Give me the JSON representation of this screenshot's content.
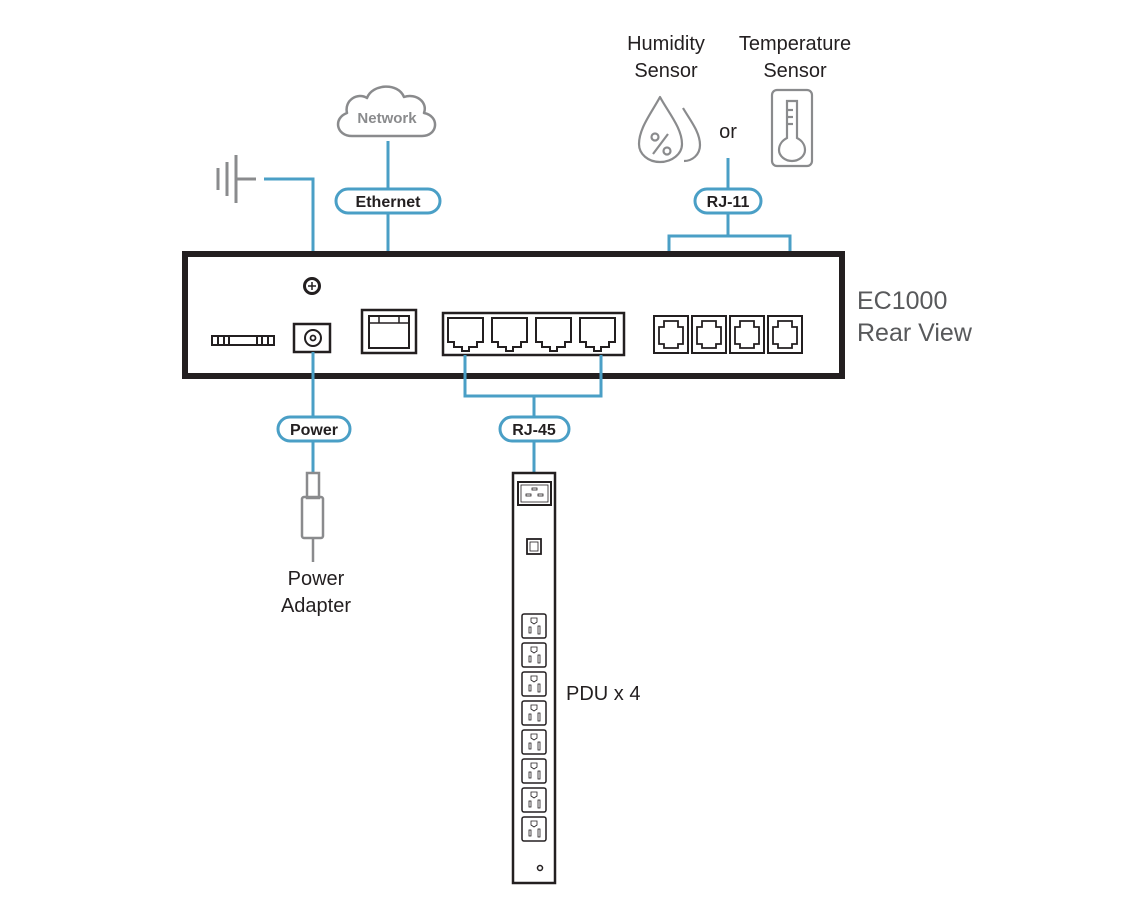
{
  "colors": {
    "connector": "#4a9fc6",
    "device_outline": "#231f20",
    "icon_gray": "#8a8b8d",
    "text": "#231f20",
    "device_label": "#58595b"
  },
  "network": {
    "label": "Network",
    "icon": "cloud-icon"
  },
  "ground": {
    "icon": "ground-icon"
  },
  "connections": {
    "ethernet": "Ethernet",
    "rj11": "RJ-11",
    "power": "Power",
    "rj45": "RJ-45"
  },
  "sensors": {
    "humidity_line1": "Humidity",
    "humidity_line2": "Sensor",
    "temperature_line1": "Temperature",
    "temperature_line2": "Sensor",
    "or_label": "or",
    "humidity_icon": "humidity-drops-icon",
    "temperature_icon": "thermometer-icon"
  },
  "device": {
    "name_line1": "EC1000",
    "name_line2": "Rear View",
    "rj45_port_count": 4,
    "rj11_port_count": 4
  },
  "power_adapter": {
    "line1": "Power",
    "line2": "Adapter",
    "icon": "power-plug-icon"
  },
  "pdu": {
    "label": "PDU x 4",
    "outlet_count": 8,
    "icon": "pdu-icon"
  }
}
